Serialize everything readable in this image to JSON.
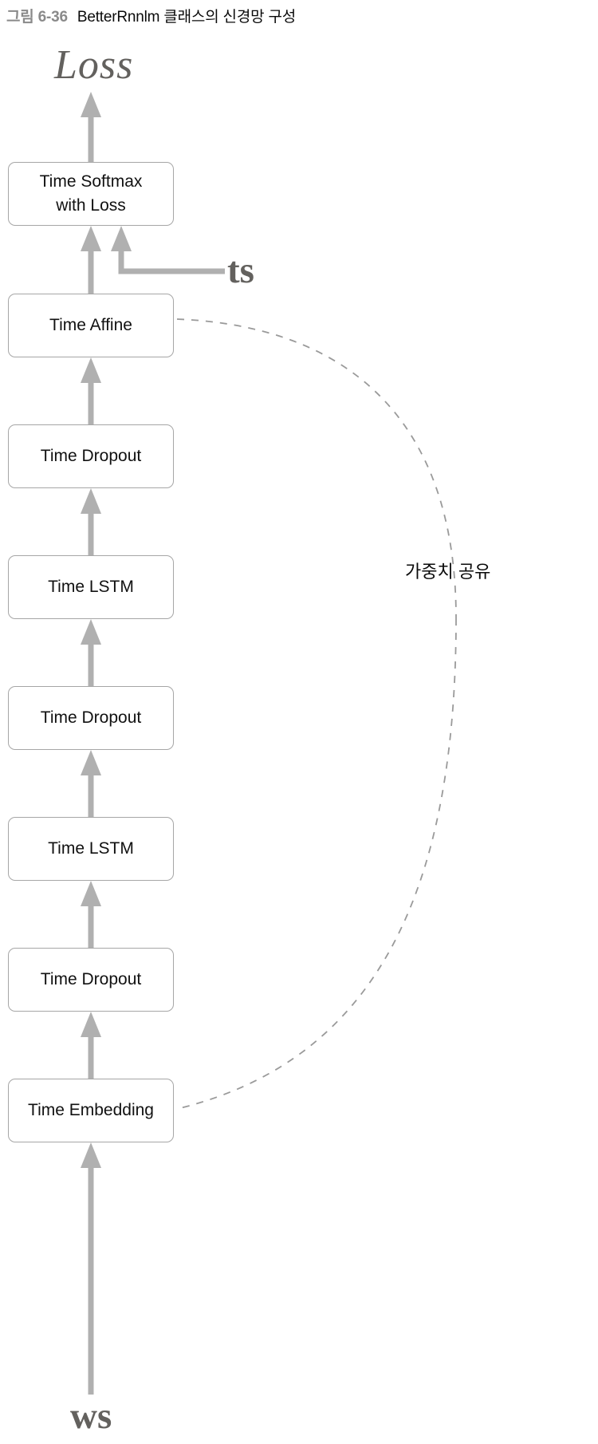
{
  "figure": {
    "number": "그림 6-36",
    "title": "BetterRnnlm 클래스의 신경망 구성"
  },
  "diagram": {
    "type": "neural-network-stack",
    "orientation": "bottom-to-top",
    "colors": {
      "box_border": "#a6a6a6",
      "box_fill": "#ffffff",
      "arrow": "#b0b0b0",
      "dashed_line": "#9a9a9a",
      "variable_text": "#63615e",
      "caption_number": "#8a8a8a",
      "caption_title": "#0a0a0a"
    },
    "input_label": "ws",
    "output_label": "Loss",
    "side_input_label": "ts",
    "weight_share_label": "가중치 공유",
    "layers": [
      {
        "id": "time-softmax-with-loss",
        "line1": "Time Softmax",
        "line2": "with Loss"
      },
      {
        "id": "time-affine",
        "line1": "Time Affine",
        "line2": ""
      },
      {
        "id": "time-dropout-3",
        "line1": "Time Dropout",
        "line2": ""
      },
      {
        "id": "time-lstm-2",
        "line1": "Time LSTM",
        "line2": ""
      },
      {
        "id": "time-dropout-2",
        "line1": "Time Dropout",
        "line2": ""
      },
      {
        "id": "time-lstm-1",
        "line1": "Time LSTM",
        "line2": ""
      },
      {
        "id": "time-dropout-1",
        "line1": "Time Dropout",
        "line2": ""
      },
      {
        "id": "time-embedding",
        "line1": "Time Embedding",
        "line2": ""
      }
    ],
    "weight_share_connects": [
      "time-affine",
      "time-embedding"
    ]
  }
}
